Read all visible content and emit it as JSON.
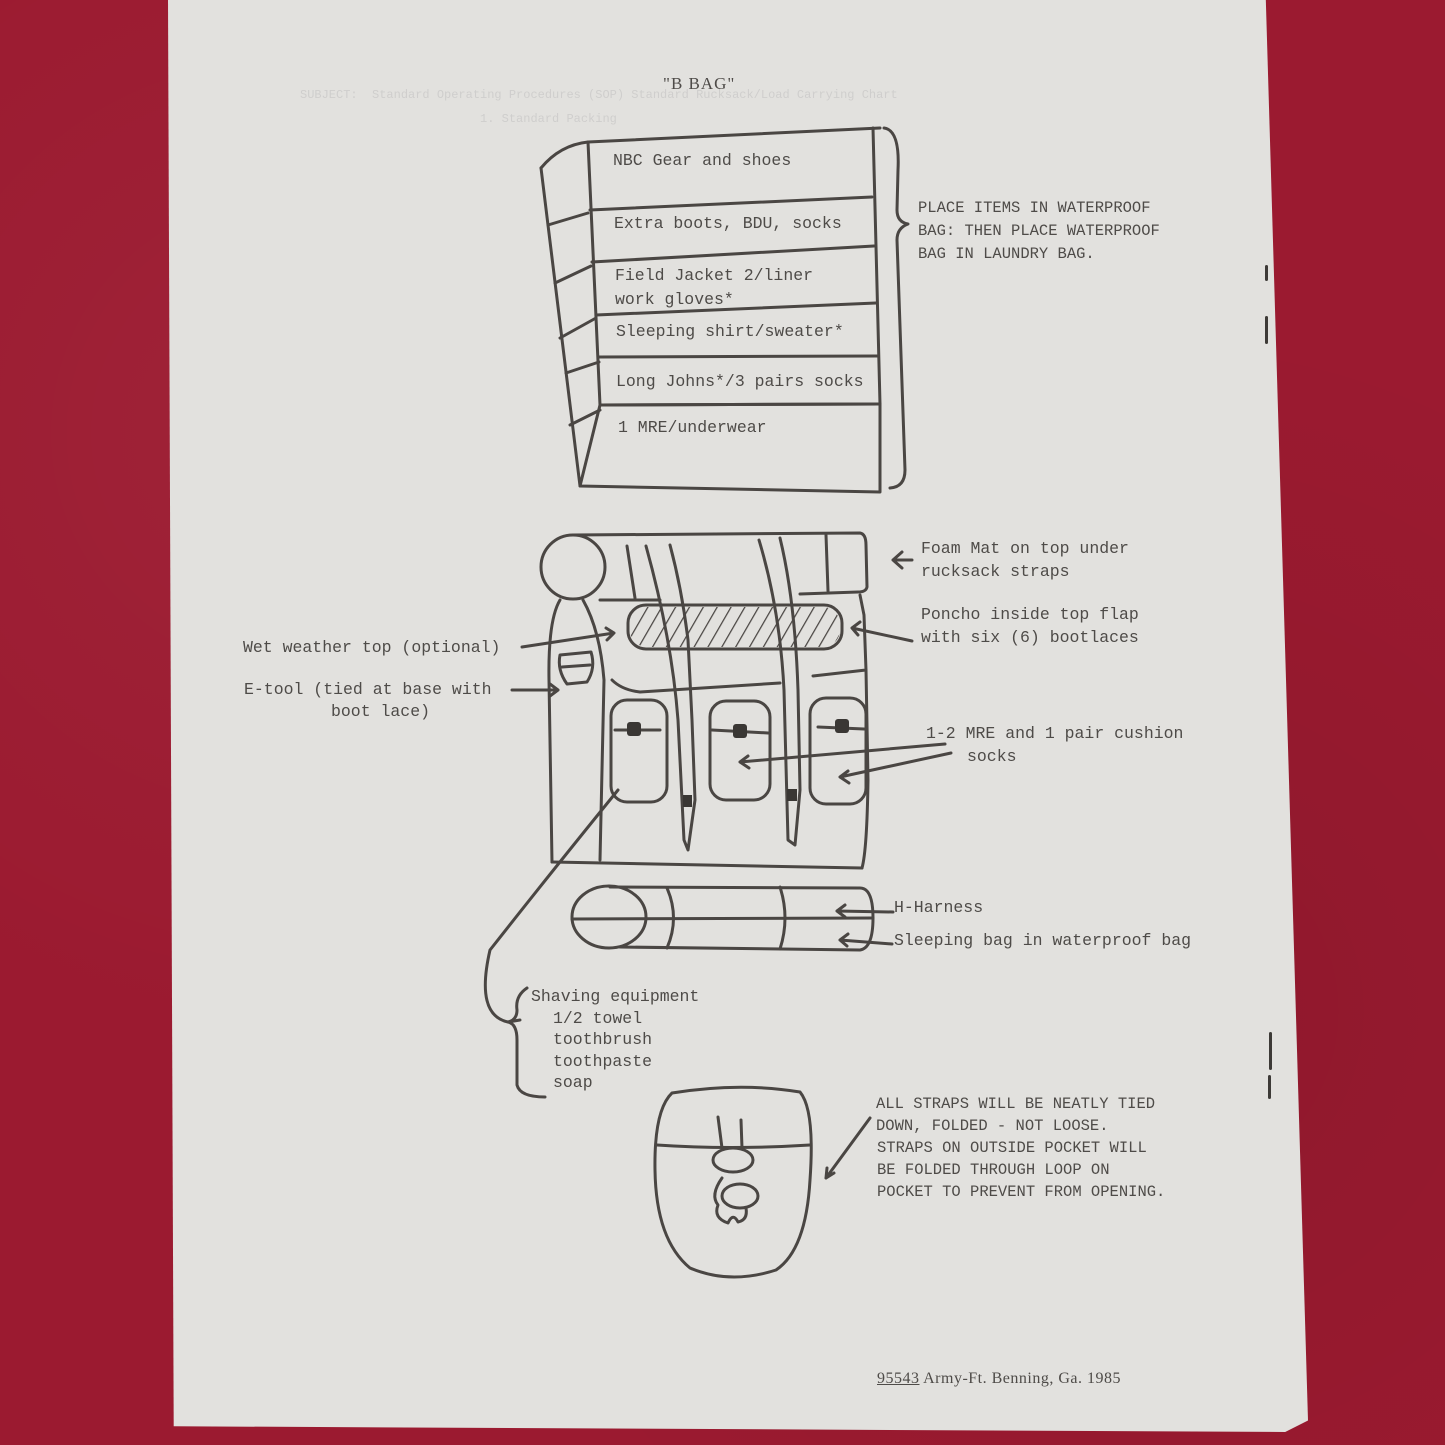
{
  "document": {
    "title": "\"B BAG\"",
    "b_bag_layers": [
      "NBC Gear and shoes",
      "Extra boots, BDU, socks",
      "Field Jacket 2/liner",
      "work gloves*",
      "Sleeping shirt/sweater*",
      "Long Johns*/3 pairs socks",
      "1 MRE/underwear"
    ],
    "b_bag_note": [
      "PLACE ITEMS IN WATERPROOF",
      "BAG: THEN PLACE WATERPROOF",
      "BAG IN LAUNDRY BAG."
    ],
    "rucksack_labels": {
      "foam_mat": [
        "Foam Mat on top under",
        "rucksack straps"
      ],
      "poncho": [
        "Poncho inside top flap",
        "with six (6) bootlaces"
      ],
      "wet_weather": "Wet weather top (optional)",
      "etool": [
        "E-tool (tied at base with",
        "boot lace)"
      ],
      "mre_socks": [
        "1-2 MRE and 1 pair cushion",
        "socks"
      ],
      "h_harness": "H-Harness",
      "sleeping_bag": "Sleeping bag in waterproof bag"
    },
    "shaving_kit": [
      "Shaving equipment",
      "1/2 towel",
      "toothbrush",
      "toothpaste",
      "soap"
    ],
    "straps_note": [
      "ALL STRAPS WILL BE NEATLY TIED",
      "DOWN, FOLDED - NOT LOOSE.",
      "STRAPS ON OUTSIDE POCKET WILL",
      "BE FOLDED THROUGH LOOP ON",
      "POCKET TO PREVENT FROM OPENING."
    ],
    "footer": {
      "form_number": "95543",
      "text": " Army-Ft. Benning, Ga. 1985"
    }
  },
  "colors": {
    "background_felt": "#9b1a30",
    "paper": "#e2e1de",
    "ink": "#4e4b48"
  }
}
